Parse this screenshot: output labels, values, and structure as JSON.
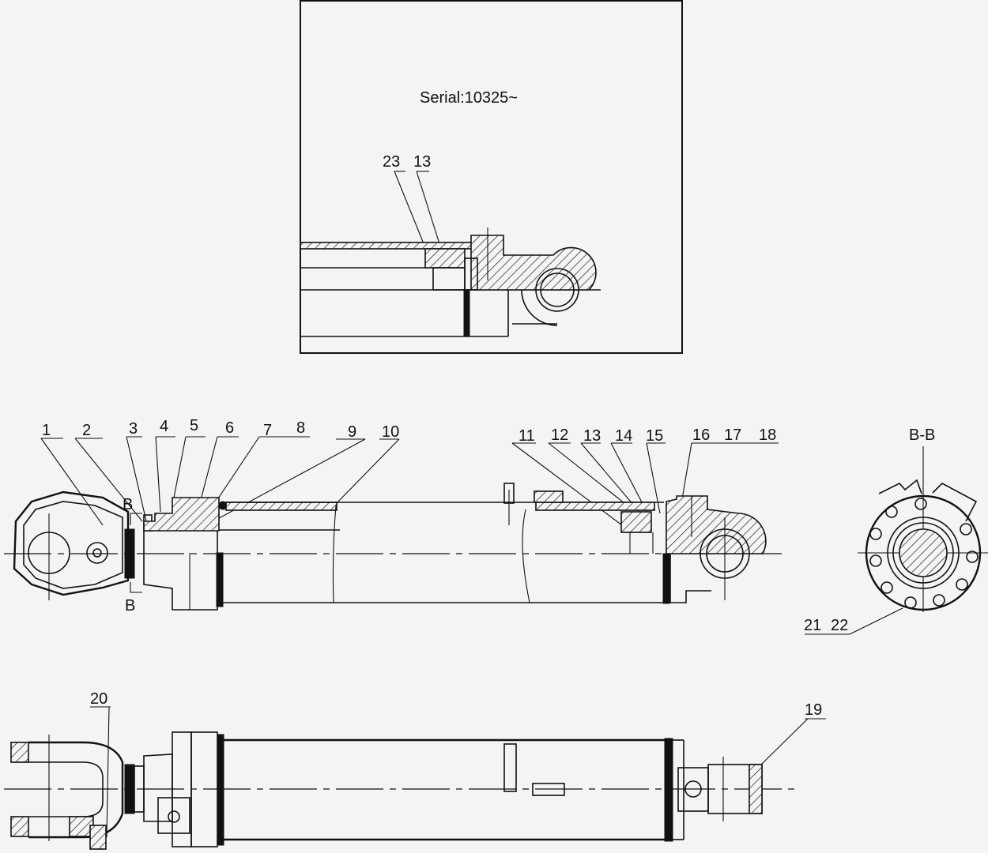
{
  "inset": {
    "title": "Serial:10325~",
    "labels": [
      "23",
      "13"
    ]
  },
  "main_view": {
    "labels": [
      "1",
      "2",
      "3",
      "4",
      "5",
      "6",
      "7",
      "8",
      "9",
      "10",
      "11",
      "12",
      "13",
      "14",
      "15",
      "16",
      "17",
      "18"
    ],
    "section_marks": [
      "B",
      "B"
    ]
  },
  "section_view": {
    "title": "B-B",
    "labels": [
      "21",
      "22"
    ]
  },
  "bottom_view": {
    "labels": [
      "20",
      "19"
    ]
  }
}
